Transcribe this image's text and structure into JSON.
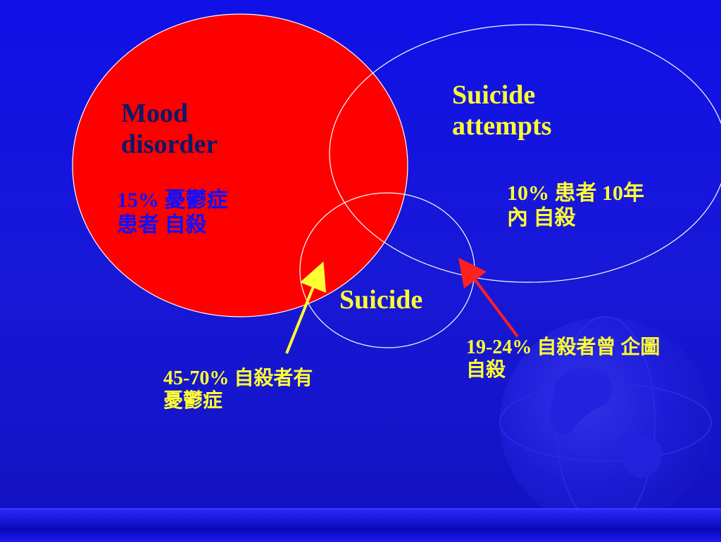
{
  "colors": {
    "background": "#1414d6",
    "mood_fill": "#ff0000",
    "outline": "#ffffff",
    "arrow_yellow": "#ffff33",
    "arrow_red": "#ff2020",
    "label_dark": "#0a1a6a",
    "label_yellow": "#ffff33"
  },
  "labels": {
    "mood_line1": "Mood",
    "mood_line2": "disorder",
    "attempts_line1": "Suicide",
    "attempts_line2": "attempts",
    "suicide": "Suicide"
  },
  "stats": {
    "mood_line1": "15% 憂鬱症",
    "mood_line2": "患者 自殺",
    "attempts_line1": "10% 患者 10年",
    "attempts_line2": "內 自殺",
    "suicide_attempts_line1": "19-24% 自殺者曾 企圖",
    "suicide_attempts_line2": "自殺",
    "suicide_mood_line1": "45-70% 自殺者有",
    "suicide_mood_line2": "憂鬱症"
  },
  "icons": {
    "globe": "globe-icon"
  }
}
